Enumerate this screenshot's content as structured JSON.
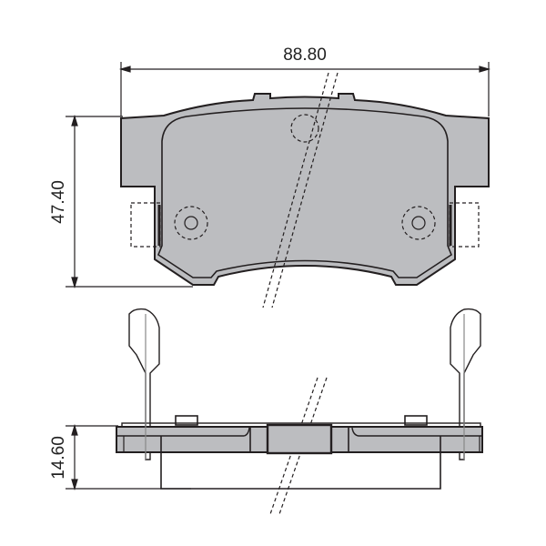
{
  "dimensions": {
    "width": "88.80",
    "height": "47.40",
    "thickness": "14.60"
  },
  "colors": {
    "fill": "#bcbdc0",
    "line": "#231f20"
  }
}
